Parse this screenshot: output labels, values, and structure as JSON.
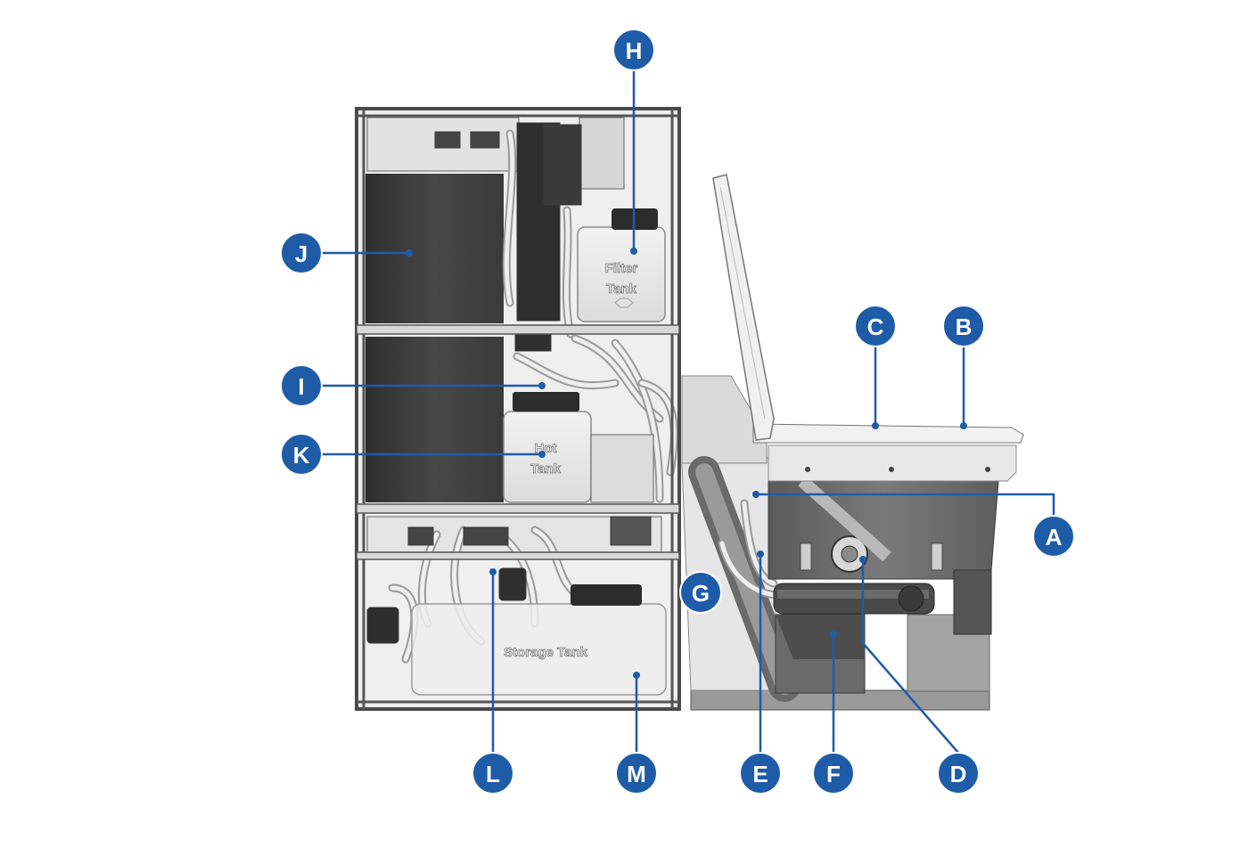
{
  "tank_labels": {
    "filter_line1": "Filter",
    "filter_line2": "Tank",
    "hot_line1": "Hot",
    "hot_line2": "Tank",
    "storage": "Storage Tank"
  },
  "callouts": {
    "A": "A",
    "B": "B",
    "C": "C",
    "D": "D",
    "E": "E",
    "F": "F",
    "G": "G",
    "H": "H",
    "I": "I",
    "J": "J",
    "K": "K",
    "L": "L",
    "M": "M"
  },
  "colors": {
    "callout_fill": "#1f5ca8",
    "callout_text": "#ffffff",
    "frame": "#4a4a4a",
    "dark_panel": "#3f3f3f",
    "toilet_body": "#6e6e6e",
    "background": "#ffffff"
  }
}
